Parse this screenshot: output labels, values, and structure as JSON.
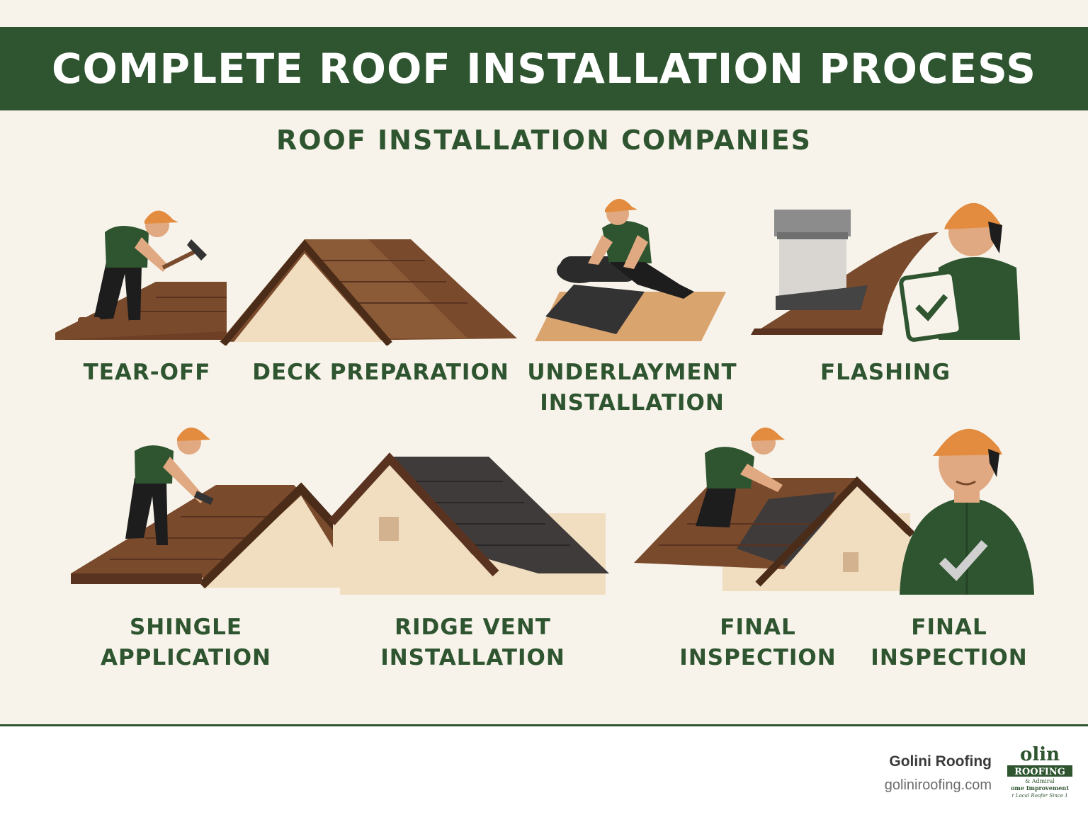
{
  "title": "COMPLETE ROOF INSTALLATION PROCESS",
  "subtitle": "ROOF INSTALLATION COMPANIES",
  "steps": [
    {
      "label": "TEAR-OFF",
      "icon": "worker-hammer-roof-icon"
    },
    {
      "label": "DECK PREPARATION",
      "icon": "roof-deck-icon"
    },
    {
      "label": "UNDERLAYMENT\nINSTALLATION",
      "icon": "worker-rolling-underlayment-icon"
    },
    {
      "label": "FLASHING",
      "icon": "chimney-flashing-inspector-icon"
    },
    {
      "label": "SHINGLE\nAPPLICATION",
      "icon": "worker-shingling-icon"
    },
    {
      "label": "RIDGE VENT\nINSTALLATION",
      "icon": "house-dark-shingles-icon"
    },
    {
      "label": "FINAL\nINSPECTION",
      "icon": "worker-on-house-roof-icon"
    },
    {
      "label": "FINAL\nINSPECTION",
      "icon": "inspector-checkmark-icon"
    }
  ],
  "footer": {
    "company": "Golini Roofing",
    "website": "goliniroofing.com",
    "logo": {
      "line1": "olin",
      "line2": "ROOFING",
      "line3": "& Admiral",
      "line4": "ome Improvement",
      "line5": "r Local Roofer Since 1"
    }
  },
  "colors": {
    "brand_green": "#2e5530",
    "background": "#f7f3ea",
    "roof_brown": "#7a4a2c",
    "shingle_dark": "#3f3b3a",
    "hard_hat": "#e38b3e",
    "wall_beige": "#f1ddc0"
  }
}
